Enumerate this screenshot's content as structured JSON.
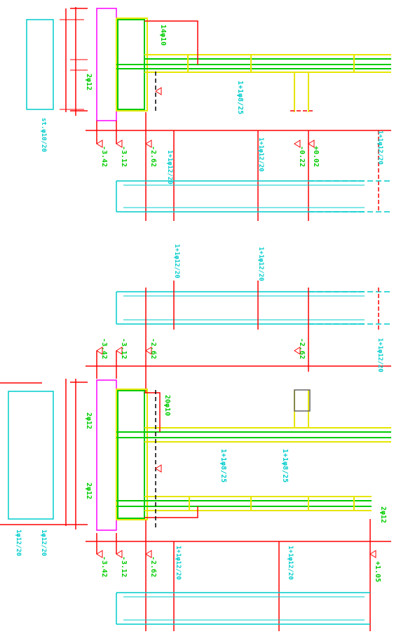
{
  "colors": {
    "background": "#ffffff",
    "red": "#ff0000",
    "green": "#00cc00",
    "cyan": "#00cccc",
    "yellow": "#e6e600",
    "magenta": "#ff00ff",
    "black": "#000000"
  },
  "top_section": {
    "column_bar": "14φ10",
    "stirrups": "1+1φ8/25",
    "top_bar_label": "2φ12",
    "stirrup_side": "st.φ10/20",
    "bottom_mesh_1": "1+1φ12/20",
    "bottom_mesh_2": "1+1φ12/20",
    "bottom_mesh_3": "1+1φ12/20",
    "levels": [
      "-3.42",
      "-3.12",
      "-2.62",
      "-0.22",
      "+0.02"
    ]
  },
  "bottom_section": {
    "column_bar": "20φ10",
    "stirrups_1": "1+1φ8/25",
    "stirrups_2": "1+1φ8/25",
    "top_bar_1": "2φ12",
    "top_bar_2": "2φ12",
    "top_bar_3": "2φ12",
    "top_mesh_1": "1+1φ12/20",
    "top_mesh_2": "1+1φ12/20",
    "top_mesh_3": "1+1φ12/20",
    "bottom_mesh_1": "1+1φ12/20",
    "bottom_mesh_2": "1+1φ12/20",
    "left_bar_1": "1φ12/20",
    "left_bar_2": "1φ12/20",
    "levels_upper": [
      "-3.42",
      "-3.12",
      "-2.62",
      "-2.62"
    ],
    "levels_lower": [
      "-3.42",
      "-3.12",
      "-2.62",
      "+1.05"
    ]
  }
}
